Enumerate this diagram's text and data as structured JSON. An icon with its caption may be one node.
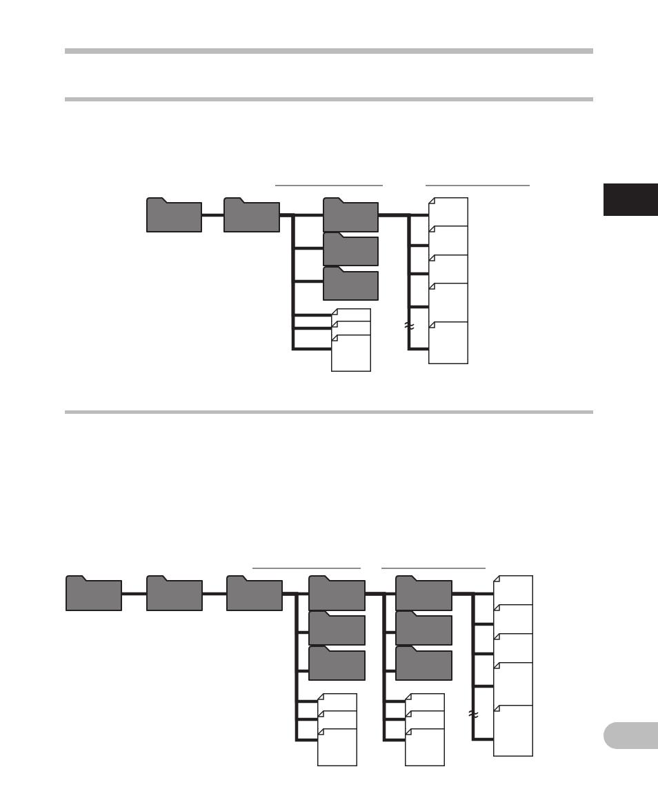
{
  "diagram": {
    "nodes": [
      {
        "text": [],
        "shape": "folder"
      },
      {
        "text": [],
        "shape": "folder"
      },
      {
        "text": [],
        "shape": "folder"
      },
      {
        "text": [],
        "shape": "folder"
      },
      {
        "text": [],
        "shape": "folder"
      },
      {
        "text": [],
        "shape": "document"
      },
      {
        "text": [],
        "shape": "document"
      },
      {
        "text": [],
        "shape": "document"
      },
      {
        "text": [],
        "shape": "document"
      },
      {
        "text": [],
        "shape": "document"
      },
      {
        "text": [],
        "shape": "document"
      },
      {
        "text": [],
        "shape": "document"
      },
      {
        "text": [],
        "shape": "document"
      },
      {
        "text": [],
        "shape": "box"
      },
      {
        "text": [],
        "shape": "folder"
      },
      {
        "text": [],
        "shape": "folder"
      },
      {
        "text": [],
        "shape": "folder"
      },
      {
        "text": [],
        "shape": "folder"
      },
      {
        "text": [],
        "shape": "folder"
      },
      {
        "text": [],
        "shape": "folder"
      },
      {
        "text": [],
        "shape": "document"
      },
      {
        "text": [],
        "shape": "document"
      },
      {
        "text": [],
        "shape": "document"
      },
      {
        "text": [],
        "shape": "folder"
      },
      {
        "text": [],
        "shape": "folder"
      },
      {
        "text": [],
        "shape": "folder"
      },
      {
        "text": [],
        "shape": "document"
      },
      {
        "text": [],
        "shape": "document"
      },
      {
        "text": [],
        "shape": "document"
      },
      {
        "text": [],
        "shape": "document"
      },
      {
        "text": [],
        "shape": "document"
      },
      {
        "text": [],
        "shape": "document"
      },
      {
        "text": [],
        "shape": "document"
      },
      {
        "text": [],
        "shape": "document"
      },
      {
        "text": [],
        "shape": "box"
      }
    ],
    "edges": [
      {
        "from": 0,
        "to": 1,
        "arrow": "none"
      },
      {
        "from": 1,
        "to": 2,
        "arrow": "none"
      },
      {
        "from": 1,
        "to": 3,
        "arrow": "none"
      },
      {
        "from": 1,
        "to": 4,
        "arrow": "none"
      },
      {
        "from": 1,
        "to": 5,
        "arrow": "none"
      },
      {
        "from": 1,
        "to": 6,
        "arrow": "none"
      },
      {
        "from": 1,
        "to": 7,
        "arrow": "none"
      },
      {
        "from": 2,
        "to": 8,
        "arrow": "none"
      },
      {
        "from": 2,
        "to": 9,
        "arrow": "none"
      },
      {
        "from": 2,
        "to": 10,
        "arrow": "none"
      },
      {
        "from": 2,
        "to": 11,
        "arrow": "none"
      },
      {
        "from": 2,
        "to": 12,
        "arrow": "none"
      },
      {
        "from": 14,
        "to": 15,
        "arrow": "none"
      },
      {
        "from": 15,
        "to": 16,
        "arrow": "none"
      },
      {
        "from": 16,
        "to": 17,
        "arrow": "none"
      },
      {
        "from": 16,
        "to": 18,
        "arrow": "none"
      },
      {
        "from": 16,
        "to": 19,
        "arrow": "none"
      },
      {
        "from": 16,
        "to": 20,
        "arrow": "none"
      },
      {
        "from": 16,
        "to": 21,
        "arrow": "none"
      },
      {
        "from": 16,
        "to": 22,
        "arrow": "none"
      },
      {
        "from": 17,
        "to": 23,
        "arrow": "none"
      },
      {
        "from": 17,
        "to": 24,
        "arrow": "none"
      },
      {
        "from": 17,
        "to": 25,
        "arrow": "none"
      },
      {
        "from": 17,
        "to": 26,
        "arrow": "none"
      },
      {
        "from": 17,
        "to": 27,
        "arrow": "none"
      },
      {
        "from": 17,
        "to": 28,
        "arrow": "none"
      },
      {
        "from": 23,
        "to": 29,
        "arrow": "none"
      },
      {
        "from": 23,
        "to": 30,
        "arrow": "none"
      },
      {
        "from": 23,
        "to": 31,
        "arrow": "none"
      },
      {
        "from": 23,
        "to": 32,
        "arrow": "none"
      },
      {
        "from": 23,
        "to": 33,
        "arrow": "none"
      }
    ]
  }
}
